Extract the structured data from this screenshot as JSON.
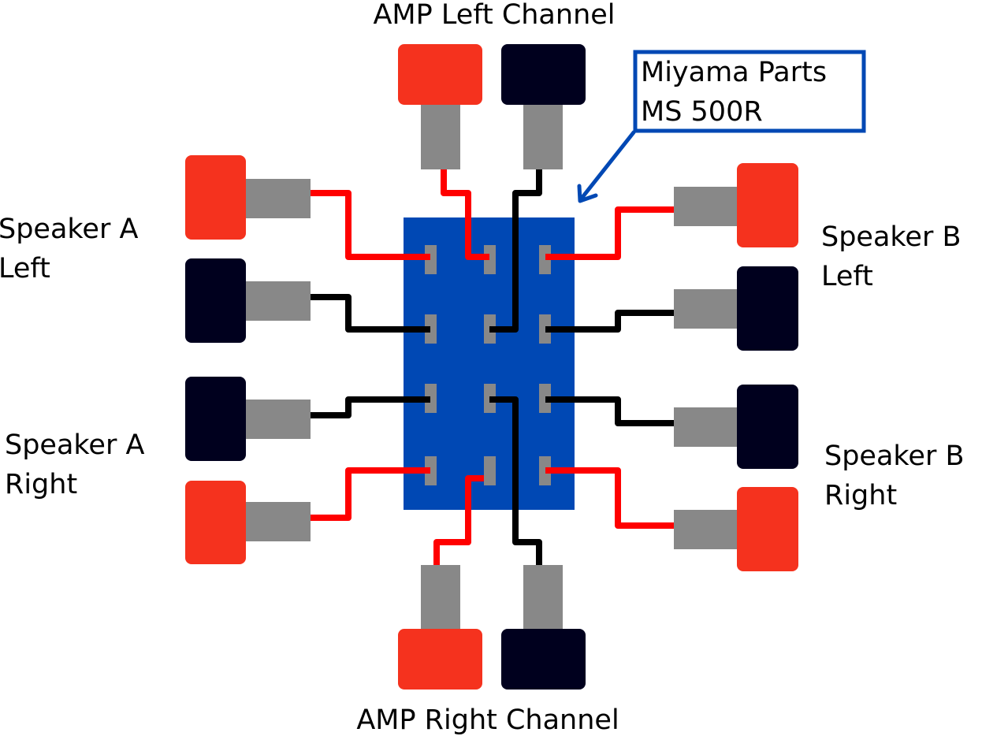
{
  "labels": {
    "amp_left": "AMP Left Channel",
    "amp_right": "AMP Right Channel",
    "speaker_a_left": [
      "Speaker A",
      "Left"
    ],
    "speaker_a_right": [
      "Speaker A",
      "Right"
    ],
    "speaker_b_left": [
      "Speaker B",
      "Left"
    ],
    "speaker_b_right": [
      "Speaker B",
      "Right"
    ]
  },
  "callout": {
    "lines": [
      "Miyama Parts",
      "MS 500R"
    ]
  },
  "colors": {
    "positive_terminal": "#f5321e",
    "negative_terminal": "#00001e",
    "wire_positive": "#ff0000",
    "wire_negative": "#000000",
    "switch_body": "#0048b4",
    "stem": "#888888",
    "callout_border": "#0048b4"
  }
}
